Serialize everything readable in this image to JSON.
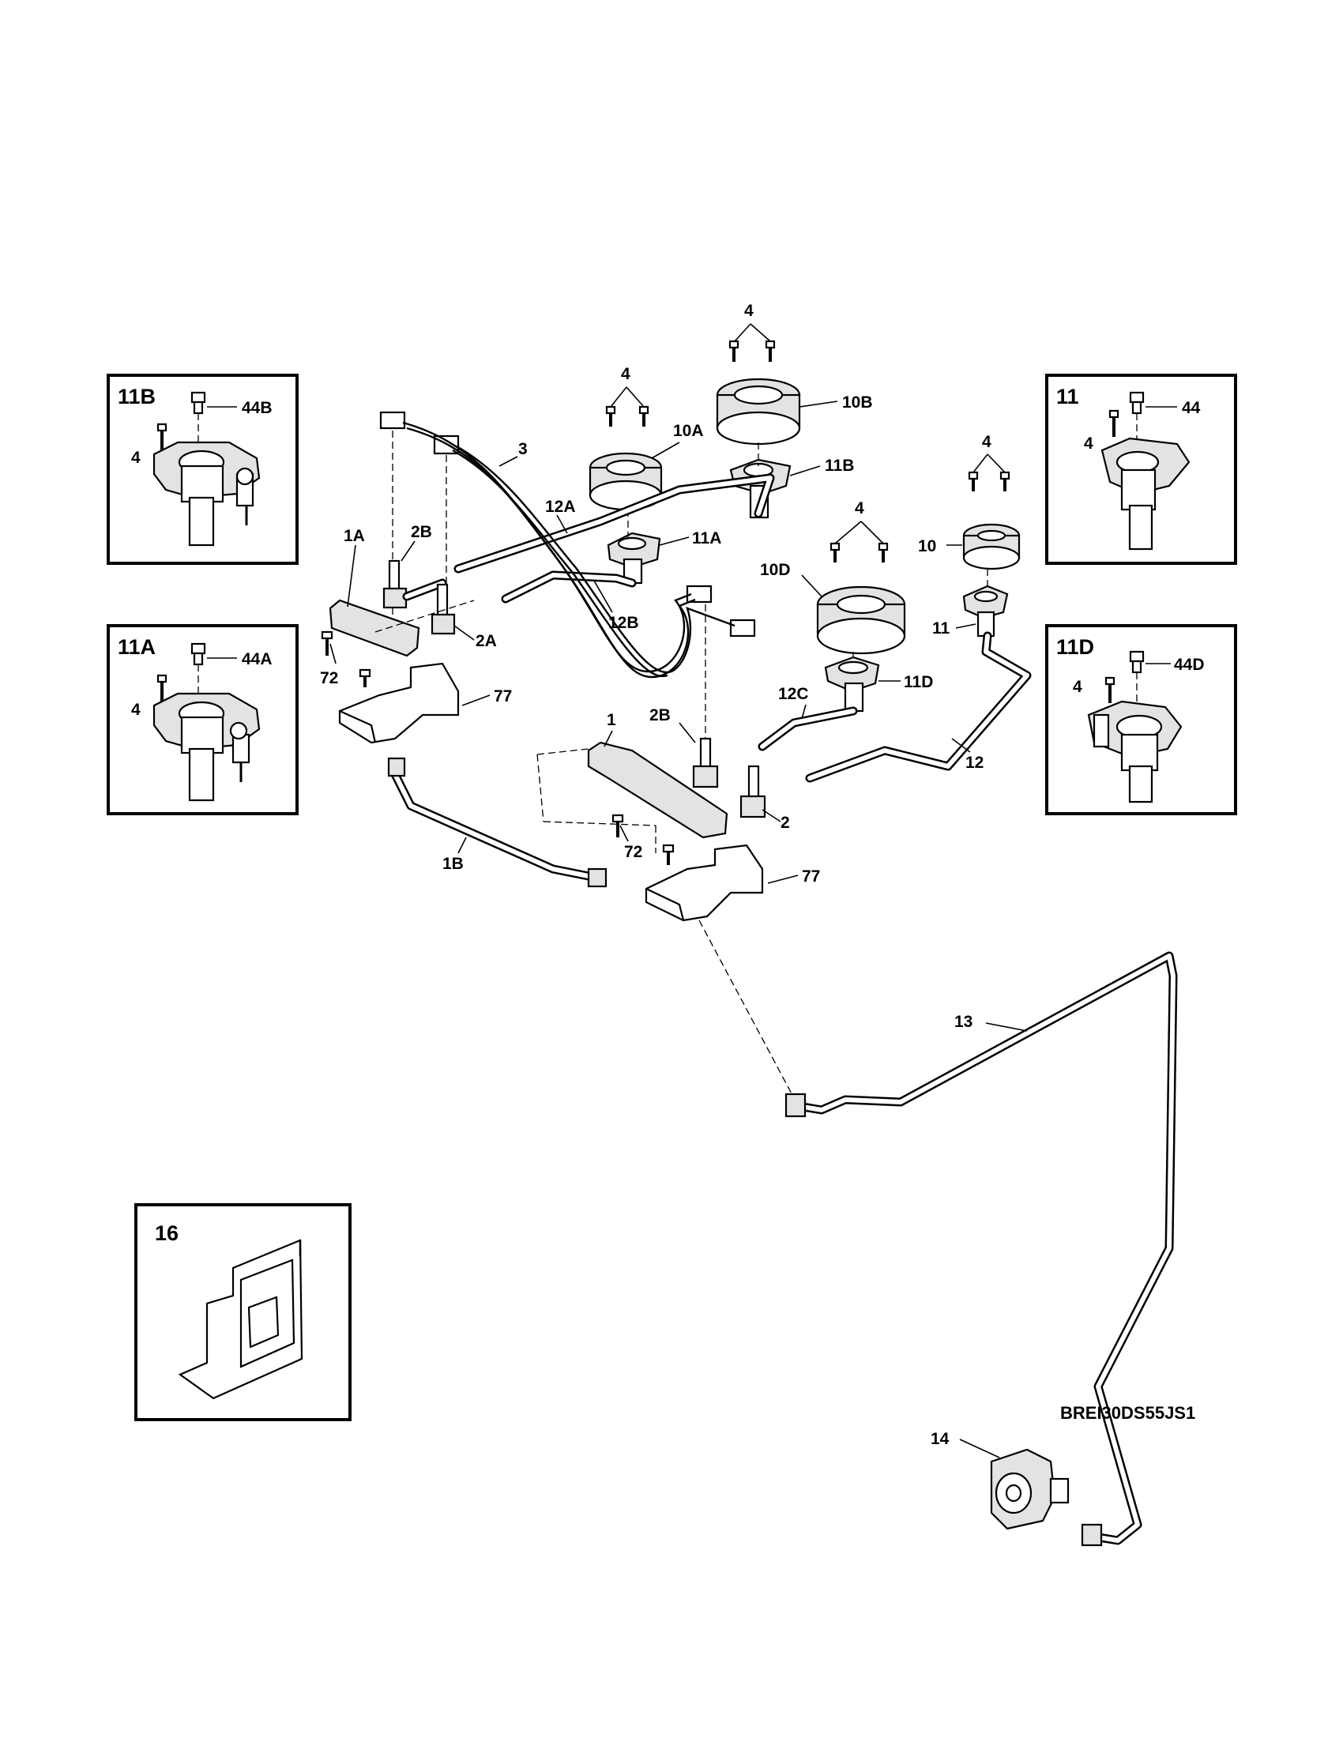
{
  "diagram": {
    "document_id": "BREI30DS55JS1",
    "insets": {
      "inset_11B": {
        "title": "11B",
        "labels": [
          "44B",
          "4"
        ]
      },
      "inset_11A": {
        "title": "11A",
        "labels": [
          "44A",
          "4"
        ]
      },
      "inset_11": {
        "title": "11",
        "labels": [
          "44",
          "4"
        ]
      },
      "inset_11D": {
        "title": "11D",
        "labels": [
          "44D",
          "4"
        ]
      },
      "inset_16": {
        "title": "16"
      }
    },
    "callouts": {
      "c_4_top": "4",
      "c_10B": "10B",
      "c_4_10A": "4",
      "c_10A": "10A",
      "c_11B": "11B",
      "c_3": "3",
      "c_12A": "12A",
      "c_4_10": "4",
      "c_10": "10",
      "c_4_10D": "4",
      "c_11A": "11A",
      "c_1A": "1A",
      "c_2B_left": "2B",
      "c_10D": "10D",
      "c_12B": "12B",
      "c_2A": "2A",
      "c_11": "11",
      "c_72_left": "72",
      "c_77_left": "77",
      "c_11D": "11D",
      "c_12C": "12C",
      "c_1": "1",
      "c_2B_right": "2B",
      "c_12": "12",
      "c_2": "2",
      "c_72_right": "72",
      "c_1B": "1B",
      "c_77_right": "77",
      "c_13": "13",
      "c_14": "14"
    }
  }
}
